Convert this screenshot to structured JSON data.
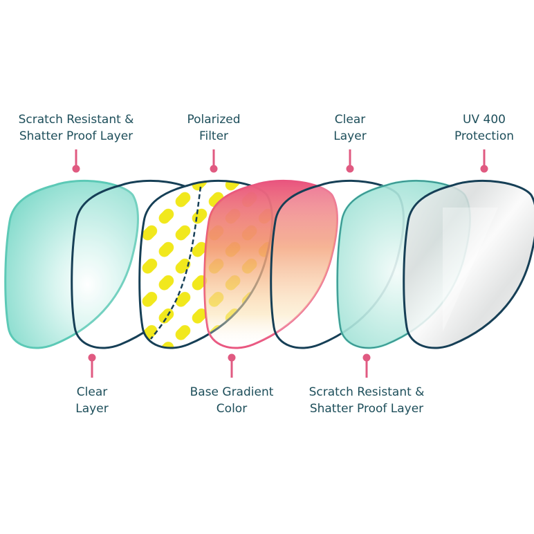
{
  "colors": {
    "text": "#1d4e5a",
    "outline_dark": "#163f56",
    "outline_teal": "#5cc9b6",
    "teal_fill": "#9fe3d8",
    "pink": "#e9557f",
    "yellow": "#f1e81d",
    "leader": "#e05a81"
  },
  "labels_top": [
    {
      "line1": "Scratch Resistant &",
      "line2": "Shatter Proof Layer"
    },
    {
      "line1": "Polarized",
      "line2": "Filter"
    },
    {
      "line1": "Clear",
      "line2": "Layer"
    },
    {
      "line1": "UV 400",
      "line2": "Protection"
    }
  ],
  "labels_bottom": [
    {
      "line1": "Clear",
      "line2": "Layer"
    },
    {
      "line1": "Base Gradient",
      "line2": "Color"
    },
    {
      "line1": "Scratch Resistant &",
      "line2": "Shatter Proof Layer"
    }
  ]
}
